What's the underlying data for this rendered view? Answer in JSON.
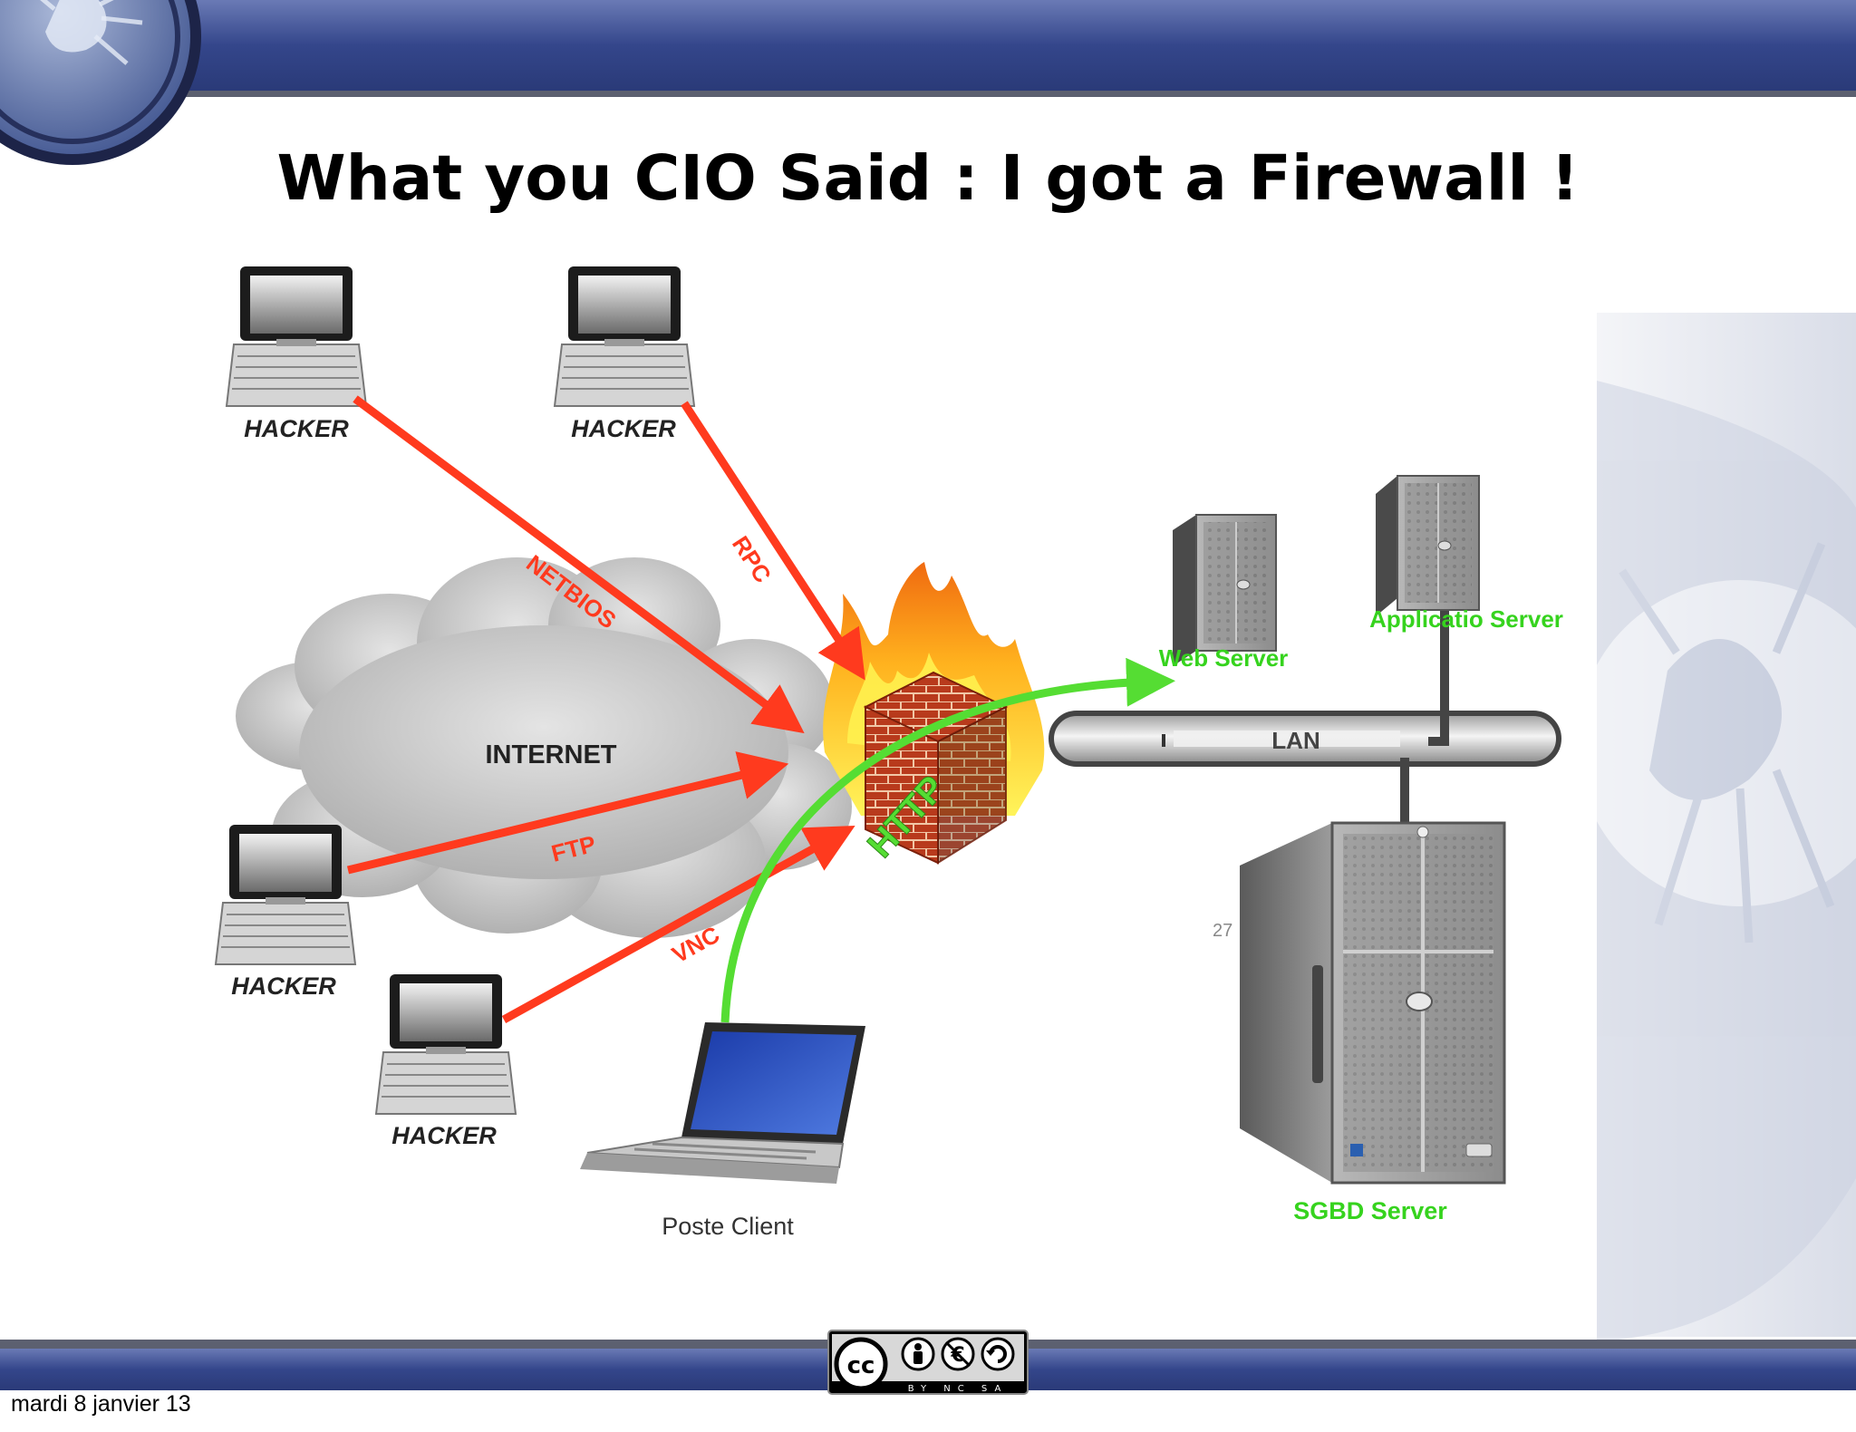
{
  "slide": {
    "title": "What you CIO Said : I got a Firewall !",
    "page_number": "27",
    "date_footer": "mardi 8 janvier 13",
    "license_badge": {
      "logo": "cc",
      "icons": [
        "by-person-icon",
        "no-commercial-icon",
        "share-alike-icon"
      ],
      "labels": "BY NC SA"
    }
  },
  "diagram": {
    "hackers": [
      {
        "label": "HACKER"
      },
      {
        "label": "HACKER"
      },
      {
        "label": "HACKER"
      },
      {
        "label": "HACKER"
      }
    ],
    "cloud_label": "INTERNET",
    "attack_labels": {
      "netbios": "NETBIOS",
      "rpc": "RPC",
      "ftp": "FTP",
      "vnc": "VNC"
    },
    "http_label": "HTTP",
    "lan_label": "LAN",
    "client_label": "Poste Client",
    "servers": {
      "web": "Web Server",
      "application": "Applicatio Server",
      "sgbd": "SGBD Server"
    }
  },
  "colors": {
    "header_blue": "#3c4f95",
    "attack_red": "#ff3a1e",
    "allowed_green": "#55dd33",
    "server_label_green": "#36d31e"
  }
}
